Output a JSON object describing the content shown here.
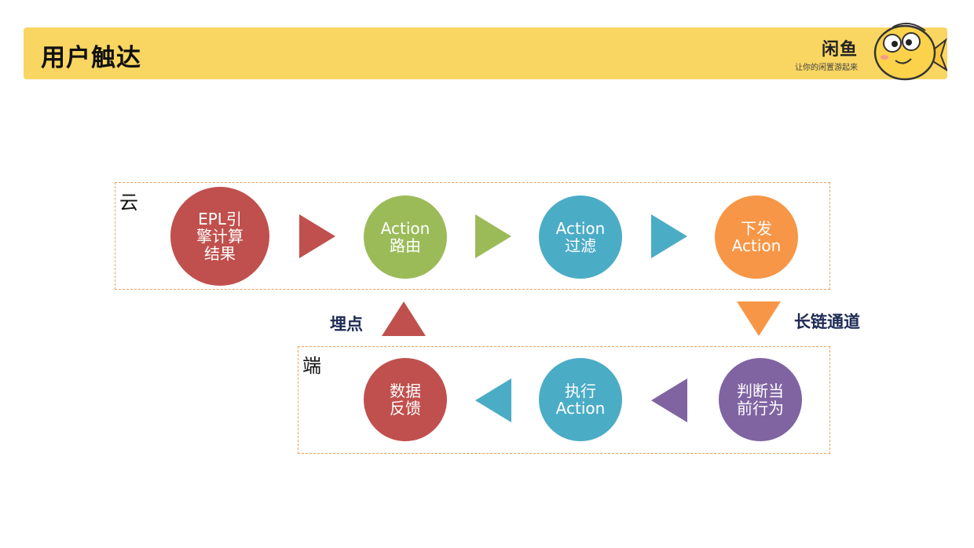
{
  "header": {
    "title": "用户触达",
    "logo_text": "闲鱼",
    "logo_slogan": "让你的闲置游起来",
    "background": "#f9d562"
  },
  "cloud": {
    "label": "云",
    "nodes": [
      {
        "label": "EPL引\n擎计算\n结果",
        "color": "#c0504d"
      },
      {
        "label": "Action\n路由",
        "color": "#9bbb59"
      },
      {
        "label": "Action\n过滤",
        "color": "#4bacc6"
      },
      {
        "label": "下发\nAction",
        "color": "#f79646"
      }
    ],
    "arrow_colors": [
      "#c0504d",
      "#9bbb59",
      "#4bacc6"
    ]
  },
  "device": {
    "label": "端",
    "nodes": [
      {
        "label": "数据\n反馈",
        "color": "#c0504d"
      },
      {
        "label": "执行\nAction",
        "color": "#4bacc6"
      },
      {
        "label": "判断当\n前行为",
        "color": "#8064a2"
      }
    ],
    "arrow_colors": [
      "#4bacc6",
      "#8064a2"
    ]
  },
  "connectors": {
    "down_label": "长链通道",
    "down_color": "#f79646",
    "up_label": "埋点",
    "up_color": "#c0504d"
  }
}
